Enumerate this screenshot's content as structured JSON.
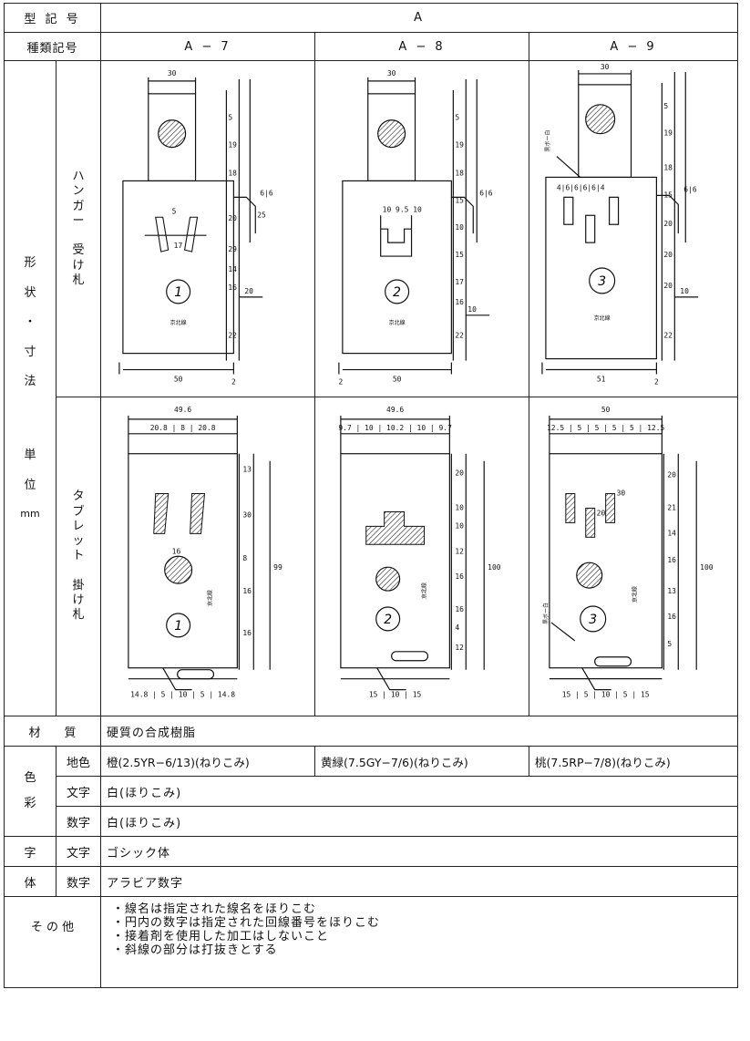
{
  "header": {
    "model_label": "型 記 号",
    "model_value": "A",
    "type_label": "種類記号",
    "types": [
      "A − 7",
      "A − 8",
      "A − 9"
    ]
  },
  "shape_section": {
    "side_label": [
      "形",
      "状",
      "・",
      "寸",
      "法",
      "",
      "単",
      "位",
      "mm"
    ],
    "hanger_label": [
      "ハ",
      "ン",
      "ガ",
      "ー",
      "",
      "受",
      "け",
      "札"
    ],
    "tablet_label": [
      "タ",
      "ブ",
      "レ",
      "ッ",
      "ト",
      "",
      "掛",
      "け",
      "札"
    ],
    "hanger_drawings": [
      {
        "circle_no": "1",
        "line_name": "京北線",
        "top_w": "30",
        "base_w": "50",
        "gap": "2"
      },
      {
        "circle_no": "2",
        "line_name": "京北線",
        "top_w": "30",
        "base_w": "50",
        "gap": "2"
      },
      {
        "circle_no": "3",
        "line_name": "京北線",
        "top_w": "30",
        "base_w": "51",
        "gap": "2",
        "note": "黒ボー白"
      }
    ],
    "tablet_drawings": [
      {
        "circle_no": "1",
        "top_w": "49.6",
        "line_name": "京北線",
        "total": "99",
        "splits": "20.8 | 8 | 20.8",
        "bottom": "14.8 | 5 | 10 | 5 | 14.8"
      },
      {
        "circle_no": "2",
        "top_w": "49.6",
        "line_name": "京北線",
        "total": "100",
        "splits": "9.7 | 10 | 10.2 | 10 | 9.7",
        "bottom": "15 | 10 | 15"
      },
      {
        "circle_no": "3",
        "top_w": "50",
        "line_name": "京北線",
        "total": "100",
        "splits": "12.5 | 5 | 5 | 5 | 5 | 12.5",
        "bottom": "15 | 5 | 10 | 5 | 15",
        "note": "黒ボー白"
      }
    ]
  },
  "material": {
    "label": "材　　質",
    "value": "硬質の合成樹脂"
  },
  "color": {
    "label": [
      "色",
      "彩"
    ],
    "rows": [
      {
        "label": "地色",
        "values": [
          "橙(2.5YR−6/13)(ねりこみ)",
          "黄緑(7.5GY−7/6)(ねりこみ)",
          "桃(7.5RP−7/8)(ねりこみ)"
        ]
      },
      {
        "label": "文字",
        "value": "白(ほりこみ)"
      },
      {
        "label": "数字",
        "value": "白(ほりこみ)"
      }
    ]
  },
  "font": {
    "label": [
      "字",
      "体"
    ],
    "rows": [
      {
        "label": "文字",
        "value": "ゴシック体"
      },
      {
        "label": "数字",
        "value": "アラビア数字"
      }
    ]
  },
  "other": {
    "label": "そ の 他",
    "notes": [
      "・線名は指定された線名をほりこむ",
      "・円内の数字は指定された回線番号をほりこむ",
      "・接着剤を使用した加工はしないこと",
      "・斜線の部分は打抜きとする"
    ]
  }
}
